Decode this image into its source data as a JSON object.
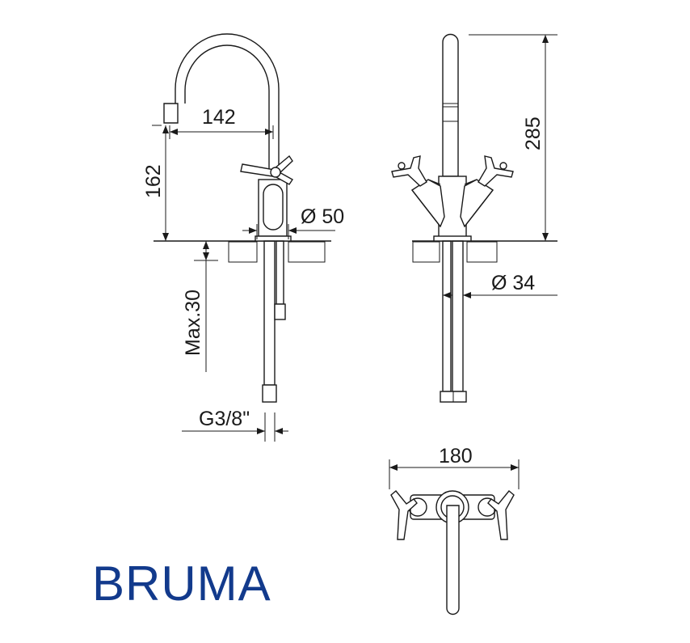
{
  "dimensions": {
    "spout_reach": "142",
    "spout_height": "162",
    "base_diameter": "Ø 50",
    "max_deck_thickness": "Max.30",
    "connection": "G3/8\"",
    "total_height": "285",
    "shank_diameter": "Ø 34",
    "total_width": "180"
  },
  "brand": {
    "name": "BRUMA",
    "color": "#123a8c"
  }
}
